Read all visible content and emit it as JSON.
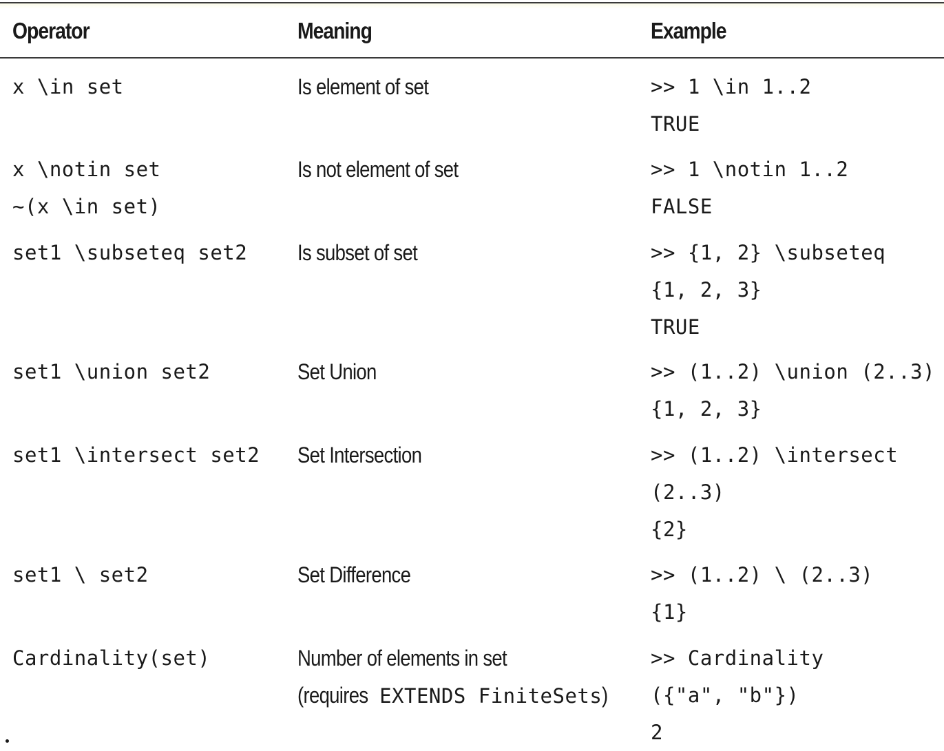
{
  "header": {
    "operator": "Operator",
    "meaning": "Meaning",
    "example": "Example"
  },
  "rows": [
    {
      "operator": [
        "x \\in set"
      ],
      "meaning": [
        "Is element of set"
      ],
      "example": [
        ">> 1 \\in 1..2",
        "TRUE"
      ]
    },
    {
      "operator": [
        "x \\notin set",
        "~(x \\in set)"
      ],
      "meaning": [
        "Is not element of set"
      ],
      "example": [
        ">> 1 \\notin 1..2",
        "FALSE"
      ]
    },
    {
      "operator": [
        "set1 \\subseteq set2"
      ],
      "meaning": [
        "Is subset of set"
      ],
      "example": [
        ">> {1, 2} \\subseteq",
        "{1, 2, 3}",
        "TRUE"
      ]
    },
    {
      "operator": [
        "set1 \\union set2"
      ],
      "meaning": [
        "Set Union"
      ],
      "example": [
        ">> (1..2) \\union (2..3)",
        "{1, 2, 3}"
      ]
    },
    {
      "operator": [
        "set1 \\intersect set2"
      ],
      "meaning": [
        "Set Intersection"
      ],
      "example": [
        ">> (1..2) \\intersect",
        "(2..3)",
        "{2}"
      ]
    },
    {
      "operator": [
        "set1 \\ set2"
      ],
      "meaning": [
        "Set Difference"
      ],
      "example": [
        ">> (1..2) \\ (2..3)",
        "{1}"
      ]
    },
    {
      "operator": [
        "Cardinality(set)"
      ],
      "meaning": [
        "Number of elements in set"
      ],
      "meaning_note": {
        "prefix": "(requires ",
        "code": "EXTENDS FiniteSets",
        "suffix": ")"
      },
      "example": [
        ">> Cardinality",
        "({\"a\", \"b\"})",
        "2"
      ]
    }
  ]
}
